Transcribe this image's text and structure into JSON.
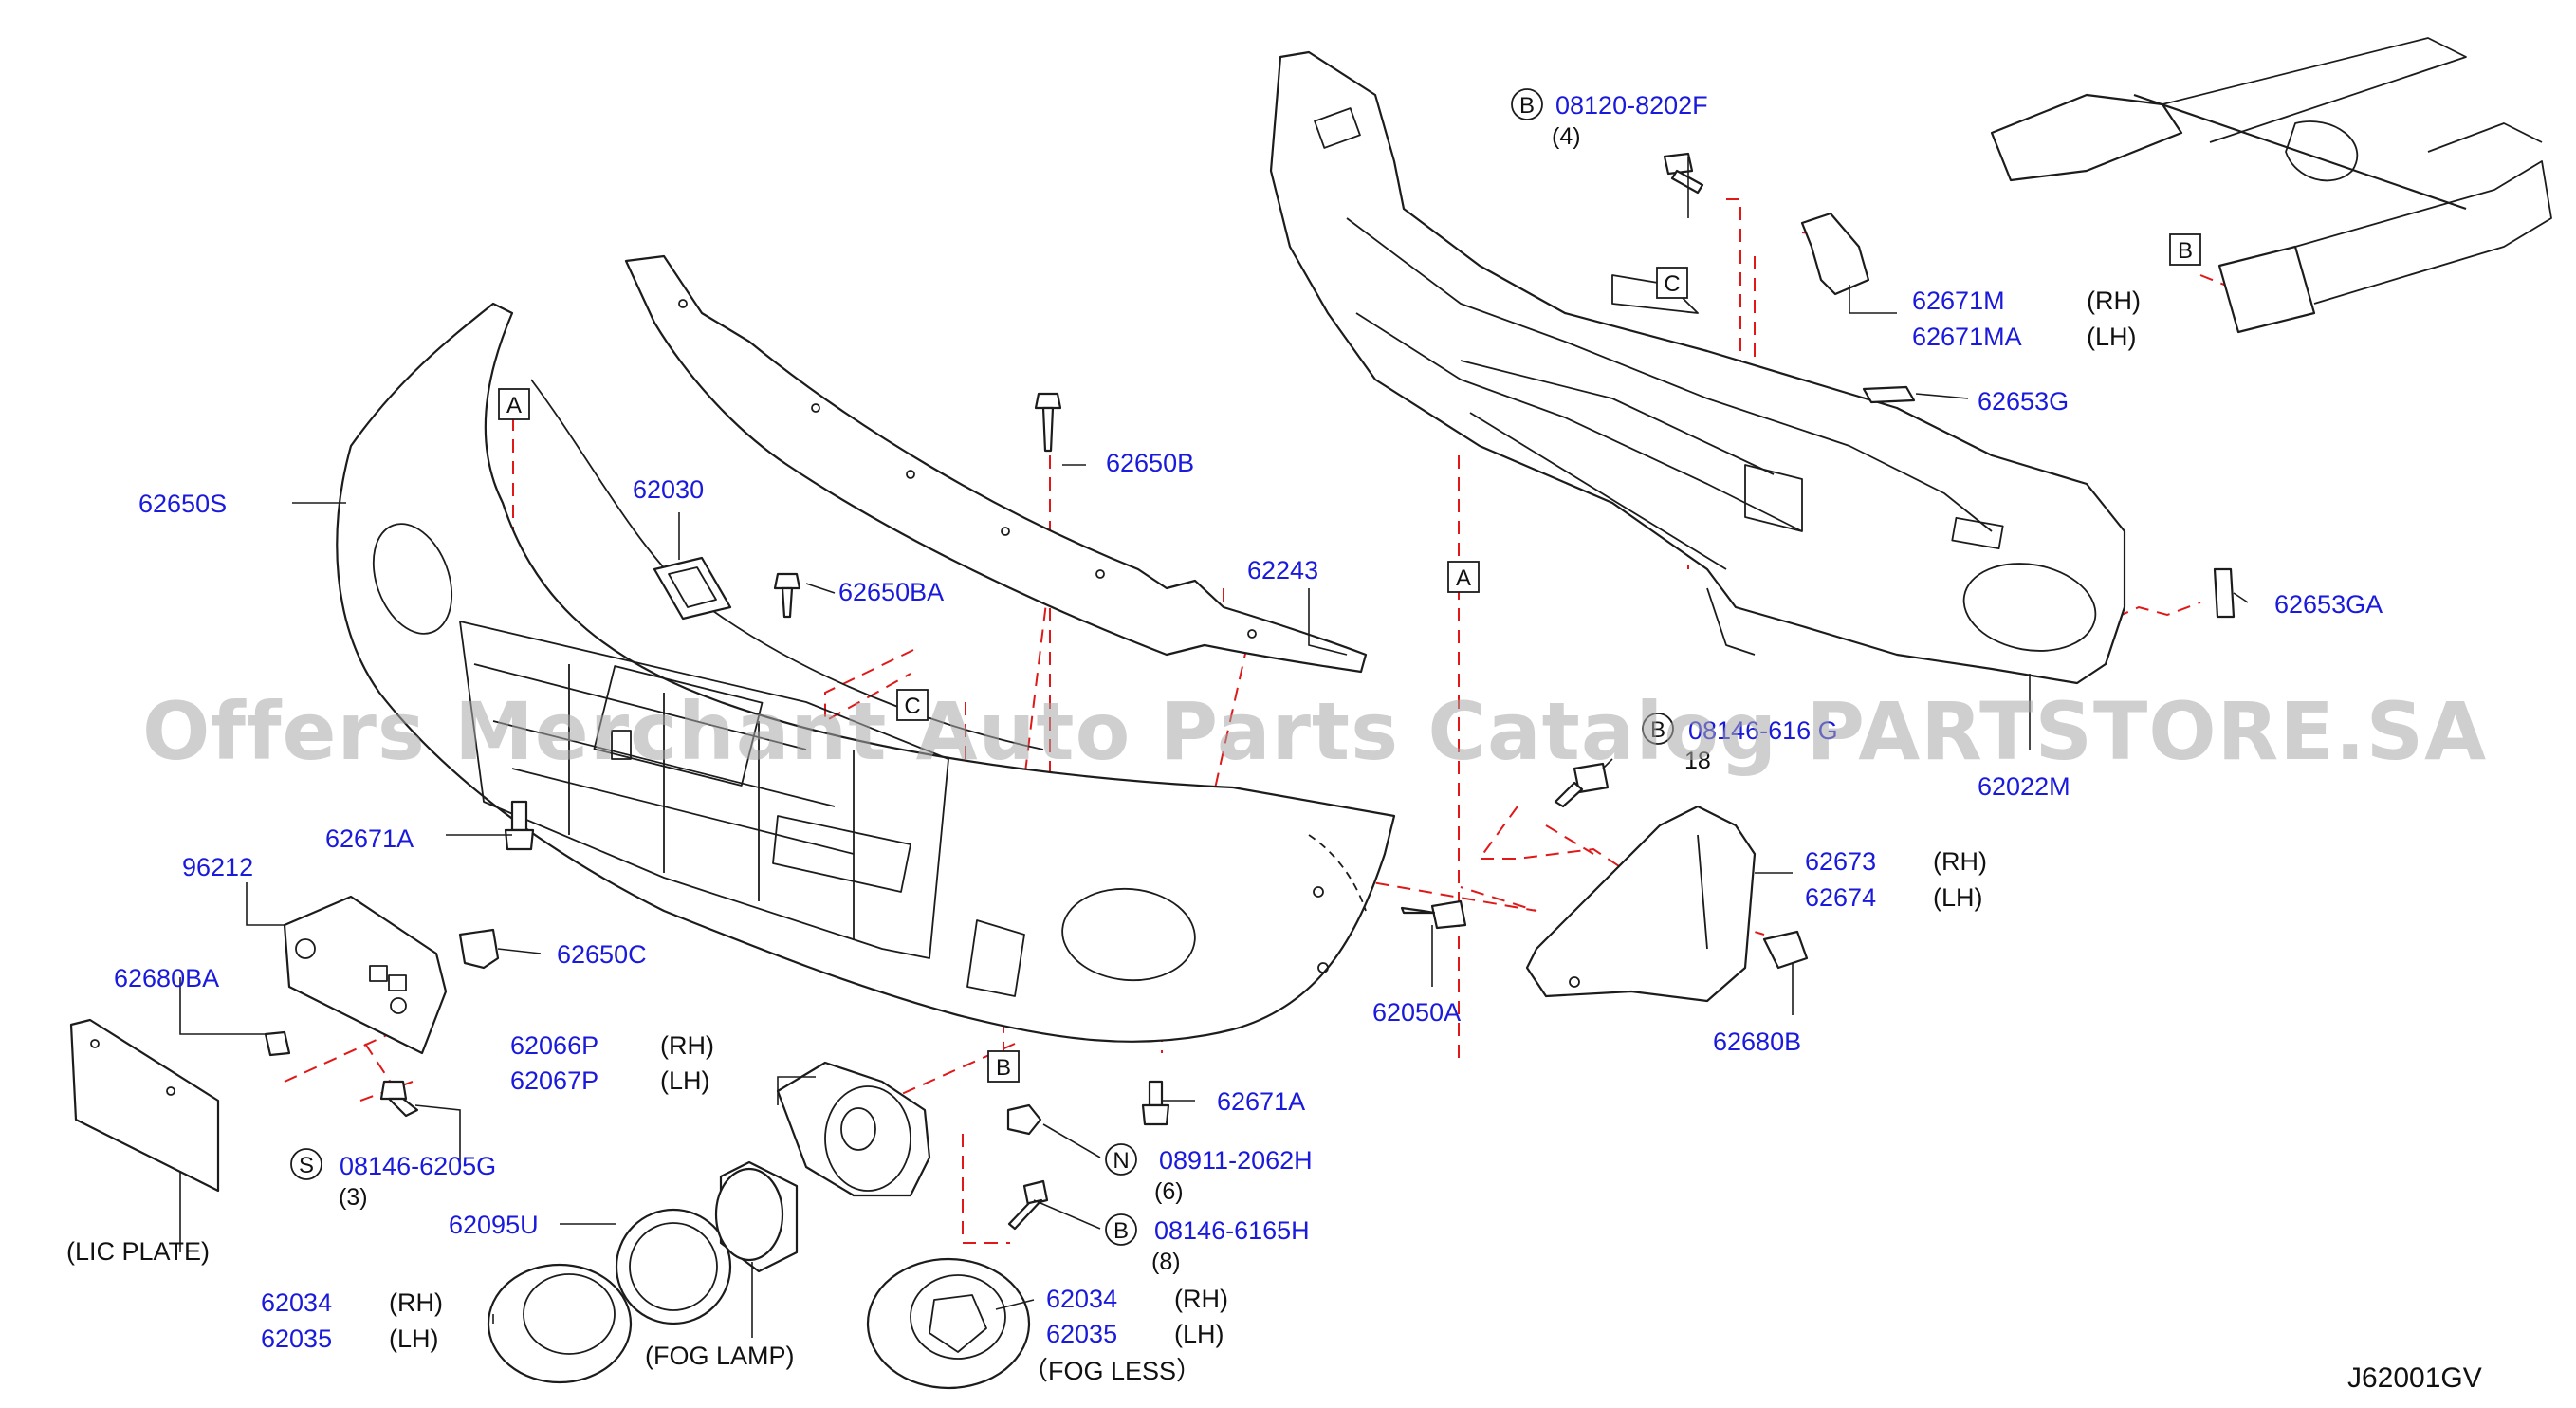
{
  "watermark": "Offers Merchant Auto Parts Catalog PARTSTORE.SA",
  "diagram_code": "J62001GV",
  "parts": {
    "p62650S": "62650S",
    "p62030": "62030",
    "p62650B": "62650B",
    "p62650BA": "62650BA",
    "p62243": "62243",
    "p62671A_left": "62671A",
    "p96212": "96212",
    "p62650C": "62650C",
    "p62680BA": "62680BA",
    "p62066P": "62066P",
    "p62067P": "62067P",
    "p08146_6205G": "08146-6205G",
    "p62095U": "62095U",
    "p62034_fog": "62034",
    "p62035_fog": "62035",
    "p62671A_bottom": "62671A",
    "p08911_2062H": "08911-2062H",
    "p08146_6165H": "08146-6165H",
    "p62034_less": "62034",
    "p62035_less": "62035",
    "p08120_8202F": "08120-8202F",
    "p62671M": "62671M",
    "p62671MA": "62671MA",
    "p62653G": "62653G",
    "p62653GA": "62653GA",
    "p08146_616_G": "08146-616 G",
    "p62022M": "62022M",
    "p62673": "62673",
    "p62674": "62674",
    "p62050A": "62050A",
    "p62680B": "62680B"
  },
  "notes": {
    "rh": "(RH)",
    "lh": "(LH)",
    "lic_plate": "(LIC   PLATE)",
    "fog_lamp": "(FOG   LAMP)",
    "fog_less": "（FOG   LESS）",
    "qty_3": "(3)",
    "qty_6": "(6)",
    "qty_8": "(8)",
    "qty_4": "(4)",
    "qty_18": "18"
  },
  "callouts": {
    "A": "A",
    "B": "B",
    "C": "C",
    "S": "S",
    "N": "N"
  },
  "colors": {
    "part_number_link": "#1a1adc",
    "guide_dash": "#e01818",
    "line_art": "#1c1c1c",
    "watermark": "#a8a8a8"
  }
}
